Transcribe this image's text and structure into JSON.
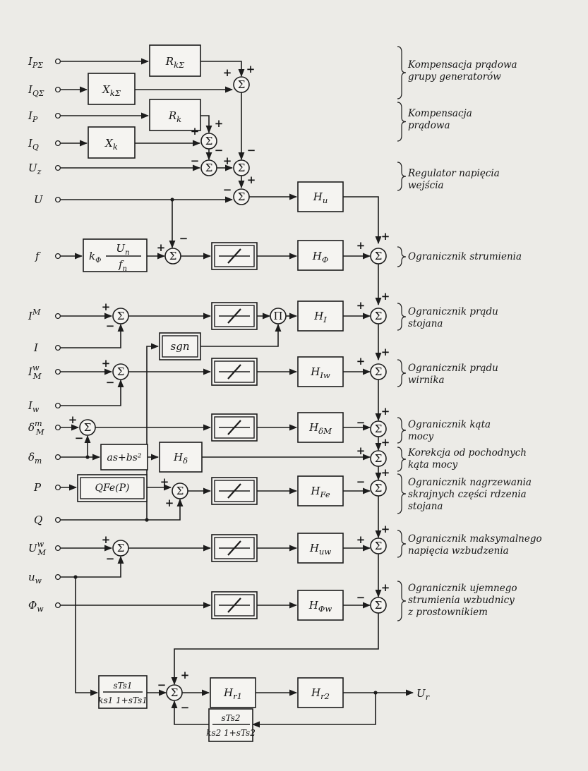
{
  "inputs": {
    "ip_sigma": "IPΣ",
    "iq_sigma": "IQΣ",
    "ip": "IP",
    "iq": "IQ",
    "uz": "Uz",
    "u": "U",
    "f": "f",
    "im": "IM",
    "i": "I",
    "iwm": "IwM",
    "iw": "Iw",
    "dmm": "δmM",
    "dm": "δm",
    "p": "P",
    "q": "Q",
    "uwm": "UwM",
    "uw": "uw",
    "phiw": "Φw"
  },
  "blocks": {
    "rk_sigma": "RkΣ",
    "xk_sigma": "XkΣ",
    "rk": "Rk",
    "xk": "Xk",
    "hu": "Hu",
    "kphi": "kΦ",
    "un": "Un",
    "fn": "fn",
    "hphi": "HΦ",
    "pi": "Π",
    "hi": "HI",
    "sgn": "sgn",
    "hiw": "HIw",
    "hdm": "HδM",
    "as_bs2": "as+bs²",
    "hd": "Hδ",
    "qfe": "QFe(P)",
    "hfe": "HFe",
    "huw": "Huw",
    "hphiw": "HΦw",
    "hr1": "Hr1",
    "hr2": "Hr2",
    "ts1_num": "sTs1",
    "ts1_den": "ks1 1+sTs1",
    "ts2_num": "sTs2",
    "ts2_den": "ks2 1+sTs2",
    "sum": "Σ"
  },
  "output": "Ur",
  "descriptions": {
    "d1": [
      "Kompensacja prądowa",
      "grupy generatorów"
    ],
    "d2": [
      "Kompensacja",
      "prądowa"
    ],
    "d3": [
      "Regulator napięcia",
      "wejścia"
    ],
    "d4": [
      "Ogranicznik strumienia"
    ],
    "d5": [
      "Ogranicznik prądu",
      "stojana"
    ],
    "d6": [
      "Ogranicznik prądu",
      "wirnika"
    ],
    "d7": [
      "Ogranicznik kąta",
      "mocy"
    ],
    "d8": [
      "Korekcja od pochodnych",
      "kąta mocy"
    ],
    "d9": [
      "Ogranicznik nagrzewania",
      "skrajnych części rdzenia",
      "stojana"
    ],
    "d10": [
      "Ogranicznik maksymalnego",
      "napięcia wzbudzenia"
    ],
    "d11": [
      "Ogranicznik ujemnego",
      "strumienia wzbudnicy",
      "z prostownikiem"
    ]
  },
  "signs": {
    "plus": "+",
    "minus": "−"
  }
}
